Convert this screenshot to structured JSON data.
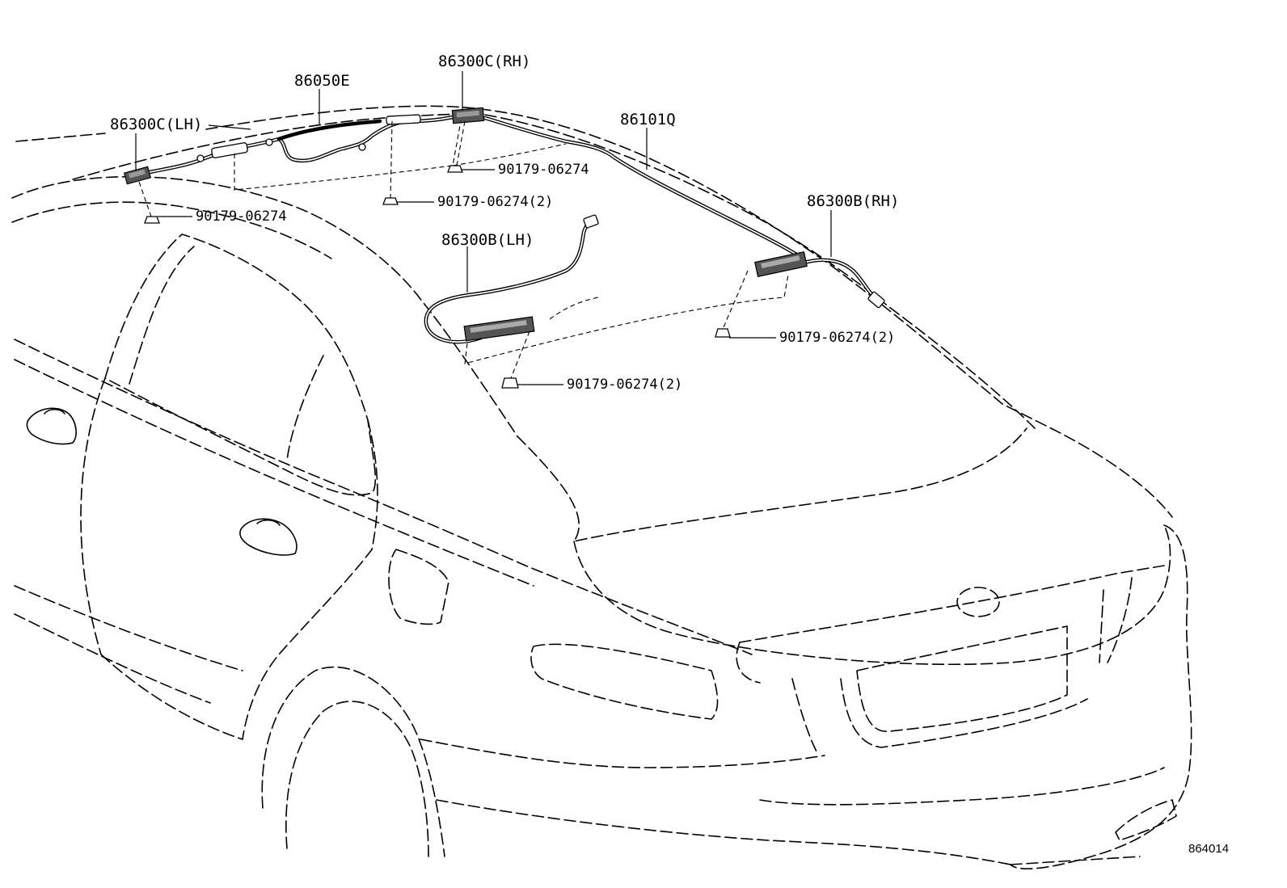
{
  "diagram": {
    "code": "864014",
    "labels": {
      "p86300C_LH": "86300C(LH)",
      "p86050E": "86050E",
      "p86300C_RH": "86300C(RH)",
      "p86101Q": "86101Q",
      "p86300B_RH": "86300B(RH)",
      "p86300B_LH": "86300B(LH)",
      "clip_1": "90179-06274",
      "clip_2": "90179-06274",
      "clip_3": "90179-06274(2)",
      "clip_4": "90179-06274(2)",
      "clip_5": "90179-06274(2)"
    }
  }
}
